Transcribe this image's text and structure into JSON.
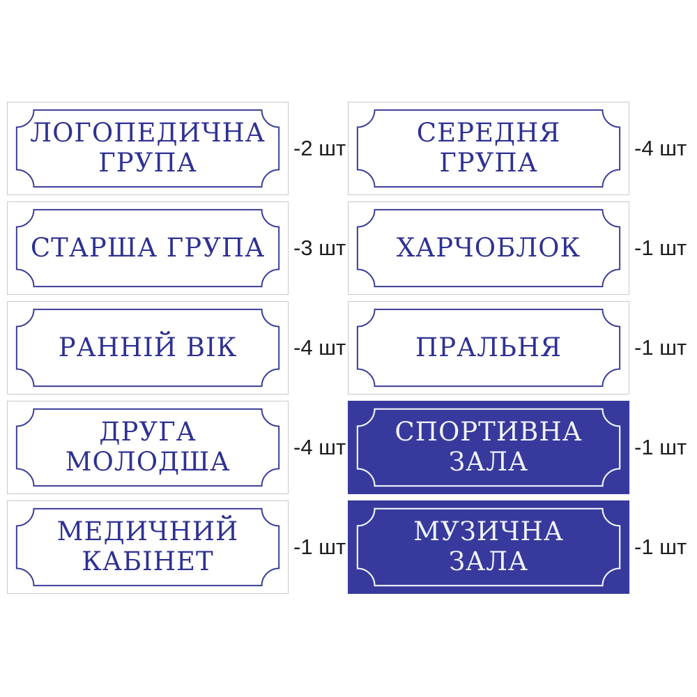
{
  "page": {
    "background": "#ffffff",
    "layout": "two-column collage of door sign plaques with quantity labels"
  },
  "colors": {
    "plaque_text_indigo": "#2e3192",
    "plaque_inner_border_indigo": "#3a3d96",
    "plaque_blue_background": "#373a9c",
    "plaque_blue_text": "#f2f3fc",
    "plaque_white_background": "#ffffff",
    "plaque_outer_edge_gray": "#c9c9c9",
    "quantity_label_color": "#1e1e1e"
  },
  "unit_suffix": "шт",
  "signs": [
    {
      "line1": "ЛОГОПЕДИЧНА",
      "line2": "ГРУПА",
      "qty": "-2 шт",
      "variant": "white"
    },
    {
      "line1": "СЕРЕДНЯ ГРУПА",
      "line2": "",
      "qty": "-4 шт",
      "variant": "white"
    },
    {
      "line1": "СТАРША ГРУПА",
      "line2": "",
      "qty": "-3 шт",
      "variant": "white"
    },
    {
      "line1": "ХАРЧОБЛОК",
      "line2": "",
      "qty": "-1 шт",
      "variant": "white"
    },
    {
      "line1": "РАННІЙ ВІК",
      "line2": "",
      "qty": "-4 шт",
      "variant": "white"
    },
    {
      "line1": "ПРАЛЬНЯ",
      "line2": "",
      "qty": "-1 шт",
      "variant": "white"
    },
    {
      "line1": "ДРУГА",
      "line2": "МОЛОДША",
      "qty": "-4 шт",
      "variant": "white"
    },
    {
      "line1": "СПОРТИВНА",
      "line2": "ЗАЛА",
      "qty": "-1 шт",
      "variant": "blue"
    },
    {
      "line1": "МЕДИЧНИЙ",
      "line2": "КАБІНЕТ",
      "qty": "-1 шт",
      "variant": "white"
    },
    {
      "line1": "МУЗИЧНА",
      "line2": "ЗАЛА",
      "qty": "-1 шт",
      "variant": "blue"
    }
  ]
}
